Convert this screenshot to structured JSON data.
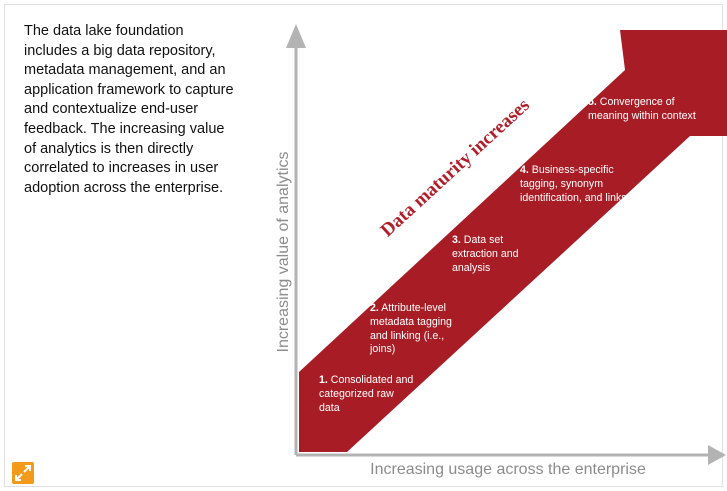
{
  "intro_text": "The data lake foundation includes a big data repository, metadata management, and an application framework to capture and contextualize end-user feedback. The increasing value of analytics is then directly correlated to increases in user adoption across the enterprise.",
  "y_axis_label": "Increasing value of analytics",
  "x_axis_label": "Increasing usage across the enterprise",
  "arrow_label": "Data maturity increases",
  "steps": [
    {
      "number": "1.",
      "text": "Consolidated and categorized raw data"
    },
    {
      "number": "2.",
      "text": "Attribute-level metadata tagging and linking (i.e., joins)"
    },
    {
      "number": "3.",
      "text": "Data set extraction and analysis"
    },
    {
      "number": "4.",
      "text": "Business-specific tagging, synonym identification, and links"
    },
    {
      "number": "5.",
      "text": "Convergence of meaning within context"
    }
  ],
  "colors": {
    "arrow": "#a81c25",
    "axis": "#b3b3b3",
    "axis_text": "#8c8c8c",
    "arrow_label": "#b0202b",
    "expand_icon": "#f39a1b"
  },
  "icons": {
    "expand": "expand-icon"
  }
}
